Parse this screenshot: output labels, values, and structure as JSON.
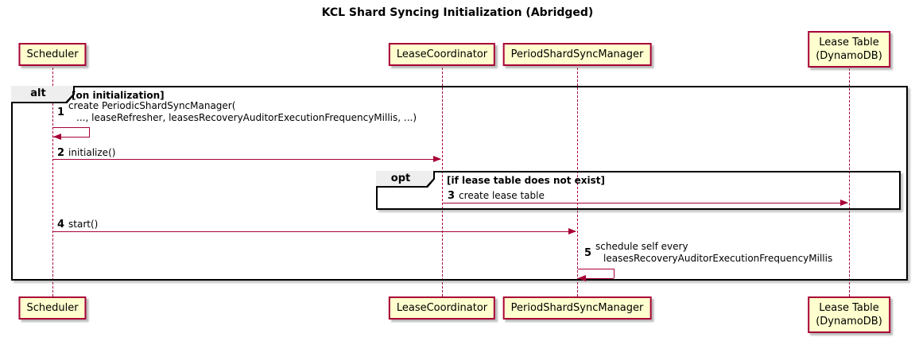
{
  "title": "KCL Shard Syncing Initialization (Abridged)",
  "participants": [
    {
      "id": "scheduler",
      "lines": [
        "Scheduler"
      ]
    },
    {
      "id": "lease-coordinator",
      "lines": [
        "LeaseCoordinator"
      ]
    },
    {
      "id": "period-shard-sync-manager",
      "lines": [
        "PeriodShardSyncManager"
      ]
    },
    {
      "id": "lease-table",
      "lines": [
        "Lease Table",
        "(DynamoDB)"
      ]
    }
  ],
  "frames": {
    "alt": {
      "label": "alt",
      "condition": "[on initialization]"
    },
    "opt": {
      "label": "opt",
      "condition": "[if lease table does not exist]"
    }
  },
  "messages": [
    {
      "num": "1",
      "kind": "self",
      "from": "Scheduler",
      "to": "Scheduler",
      "lines": [
        "create PeriodicShardSyncManager(",
        "..., leaseRefresher, leasesRecoveryAuditorExecutionFrequencyMillis, ...)"
      ]
    },
    {
      "num": "2",
      "kind": "sync",
      "from": "Scheduler",
      "to": "LeaseCoordinator",
      "lines": [
        "initialize()"
      ]
    },
    {
      "num": "3",
      "kind": "sync",
      "from": "LeaseCoordinator",
      "to": "Lease Table (DynamoDB)",
      "lines": [
        "create lease table"
      ]
    },
    {
      "num": "4",
      "kind": "sync",
      "from": "Scheduler",
      "to": "PeriodShardSyncManager",
      "lines": [
        "start()"
      ]
    },
    {
      "num": "5",
      "kind": "self",
      "from": "PeriodShardSyncManager",
      "to": "PeriodShardSyncManager",
      "lines": [
        "schedule self every",
        "leasesRecoveryAuditorExecutionFrequencyMillis"
      ]
    }
  ],
  "colors": {
    "participant_fill": "#FEFECE",
    "participant_border": "#A80036",
    "arrow": "#A80036",
    "lifeline": "#A80036",
    "frame_border": "#000000",
    "frame_label_fill": "#EEEEEE",
    "background": "#FFFFFF"
  }
}
